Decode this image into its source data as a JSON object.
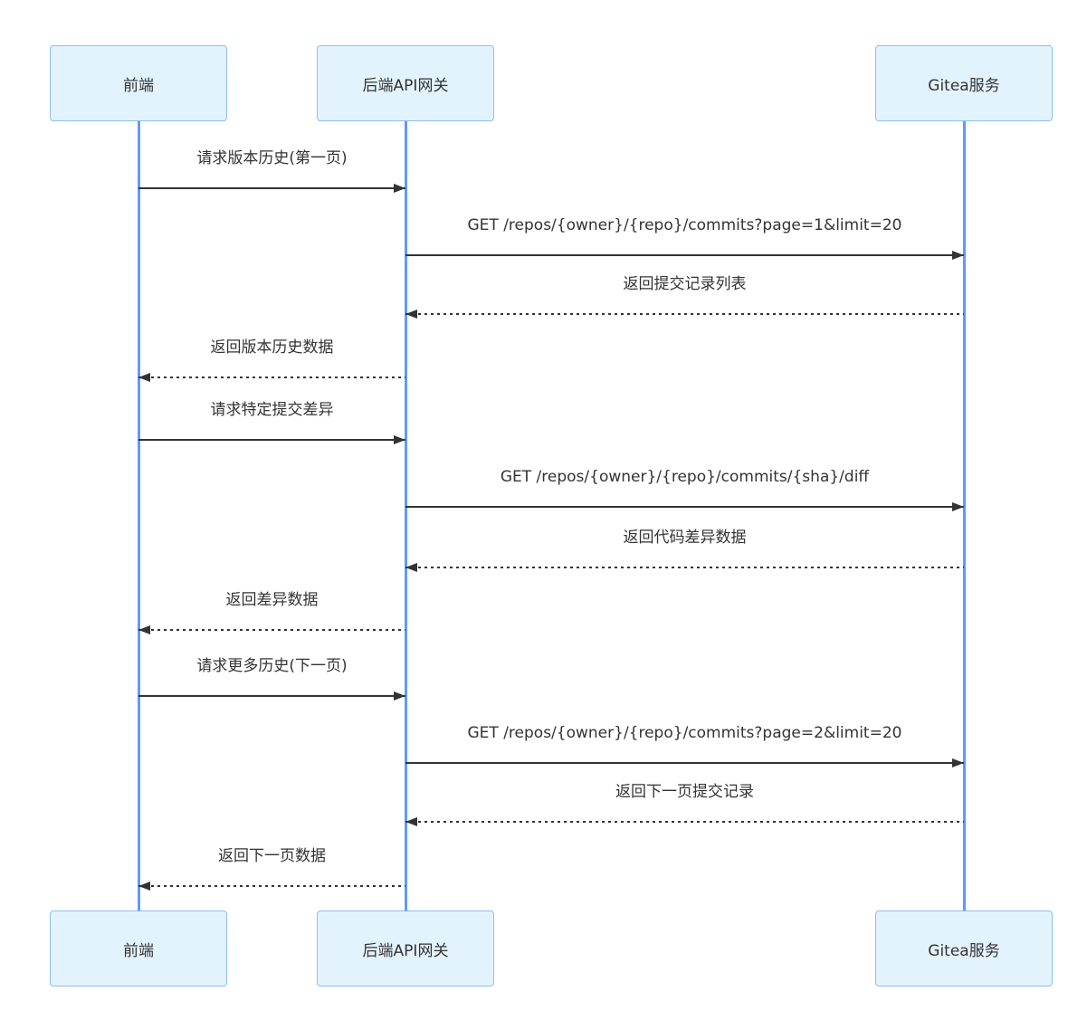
{
  "diagram": {
    "type": "sequence",
    "participants": [
      {
        "id": "frontend",
        "label": "前端"
      },
      {
        "id": "gateway",
        "label": "后端API网关"
      },
      {
        "id": "gitea",
        "label": "Gitea服务"
      }
    ],
    "messages": [
      {
        "from": "frontend",
        "to": "gateway",
        "label": "请求版本历史(第一页)",
        "line": "solid"
      },
      {
        "from": "gateway",
        "to": "gitea",
        "label": "GET /repos/{owner}/{repo}/commits?page=1&limit=20",
        "line": "solid"
      },
      {
        "from": "gitea",
        "to": "gateway",
        "label": "返回提交记录列表",
        "line": "dotted"
      },
      {
        "from": "gateway",
        "to": "frontend",
        "label": "返回版本历史数据",
        "line": "dotted"
      },
      {
        "from": "frontend",
        "to": "gateway",
        "label": "请求特定提交差异",
        "line": "solid"
      },
      {
        "from": "gateway",
        "to": "gitea",
        "label": "GET /repos/{owner}/{repo}/commits/{sha}/diff",
        "line": "solid"
      },
      {
        "from": "gitea",
        "to": "gateway",
        "label": "返回代码差异数据",
        "line": "dotted"
      },
      {
        "from": "gateway",
        "to": "frontend",
        "label": "返回差异数据",
        "line": "dotted"
      },
      {
        "from": "frontend",
        "to": "gateway",
        "label": "请求更多历史(下一页)",
        "line": "solid"
      },
      {
        "from": "gateway",
        "to": "gitea",
        "label": "GET /repos/{owner}/{repo}/commits?page=2&limit=20",
        "line": "solid"
      },
      {
        "from": "gitea",
        "to": "gateway",
        "label": "返回下一页提交记录",
        "line": "dotted"
      },
      {
        "from": "gateway",
        "to": "frontend",
        "label": "返回下一页数据",
        "line": "dotted"
      }
    ],
    "colors": {
      "actor_fill": "#e3f3fd",
      "actor_border": "#8cbfee",
      "lifeline": "#5d9cf6",
      "message": "#333333",
      "background": "#ffffff"
    }
  }
}
